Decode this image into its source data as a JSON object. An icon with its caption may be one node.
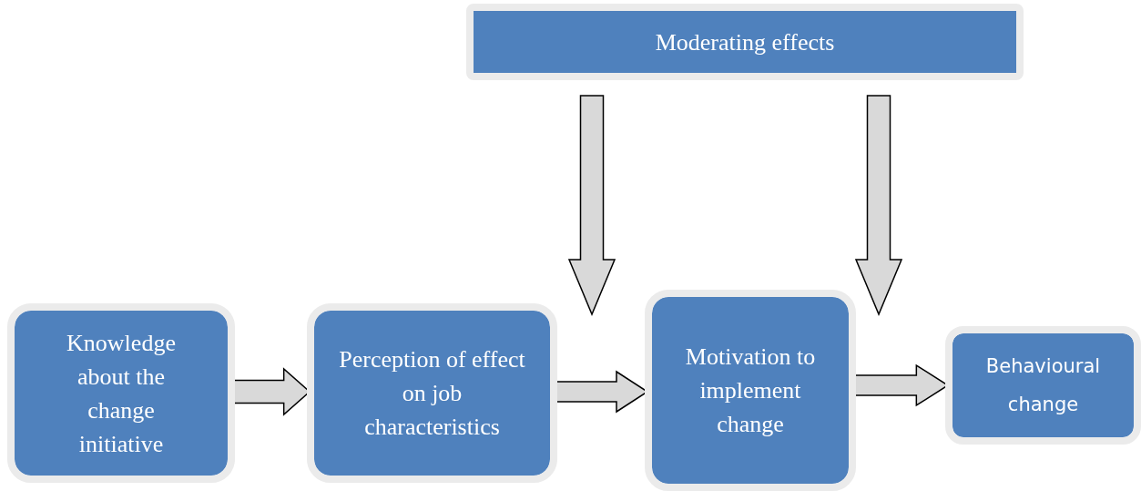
{
  "diagram": {
    "nodes": [
      {
        "text": [
          "Moderating effects"
        ]
      },
      {
        "text": [
          "Knowledge about the change initiative"
        ]
      },
      {
        "text": [
          "Perception of effect on job characteristics"
        ]
      },
      {
        "text": [
          "Motivation to implement change"
        ]
      },
      {
        "text": [
          "Behavioural change"
        ]
      }
    ],
    "edges": [
      {
        "from": 1,
        "to": 2,
        "arrow": "to"
      },
      {
        "from": 2,
        "to": 3,
        "arrow": "to"
      },
      {
        "from": 3,
        "to": 4,
        "arrow": "to"
      },
      {
        "from": 0,
        "to": null,
        "arrow": "to"
      },
      {
        "from": 0,
        "to": null,
        "arrow": "to"
      }
    ]
  }
}
